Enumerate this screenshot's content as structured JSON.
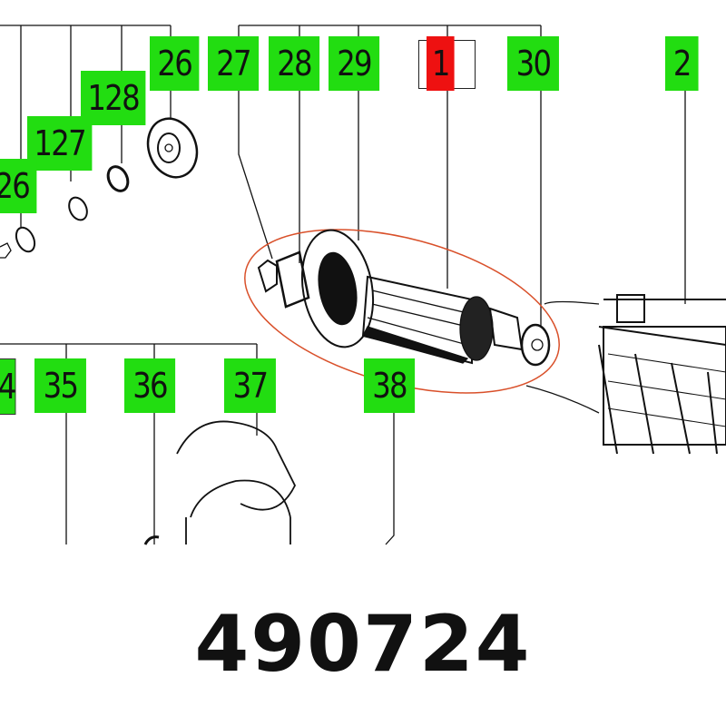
{
  "labels": {
    "l26": "26",
    "l27": "27",
    "l28": "28",
    "l29": "29",
    "l1": "1",
    "l30": "30",
    "l2": "2",
    "l128": "128",
    "l127": "127",
    "l26b": "26",
    "l4": "4",
    "l35": "35",
    "l36": "36",
    "l37": "37",
    "l38": "38"
  },
  "part_number": "490724",
  "colors": {
    "label_bg": "#22dd11",
    "highlight_bg": "#ee1111",
    "ellipse": "#d9502a"
  }
}
